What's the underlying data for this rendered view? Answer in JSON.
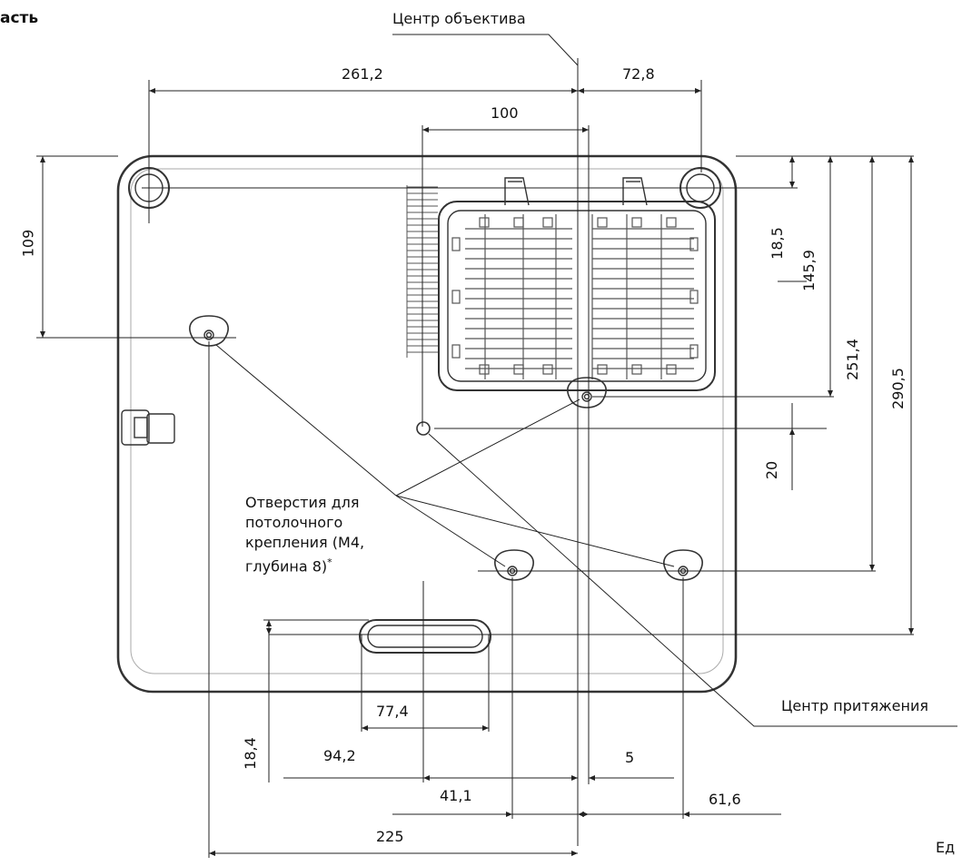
{
  "heading": "асть",
  "lens_center_label": "Центр объектива",
  "gravity_center_label": "Центр притяжения",
  "mount_holes": {
    "lines": [
      "Отверстия для",
      "потолочного",
      "крепления (M4,",
      "глубина 8)"
    ],
    "footnote_mark": "*"
  },
  "units_label": "Ед",
  "dimensions": {
    "d_261_2": "261,2",
    "d_72_8": "72,8",
    "d_100": "100",
    "d_109": "109",
    "d_18_5": "18,5",
    "d_145_9": "145,9",
    "d_251_4": "251,4",
    "d_290_5": "290,5",
    "d_20": "20",
    "d_77_4": "77,4",
    "d_94_2": "94,2",
    "d_18_4": "18,4",
    "d_5": "5",
    "d_41_1": "41,1",
    "d_61_6": "61,6",
    "d_225": "225"
  }
}
